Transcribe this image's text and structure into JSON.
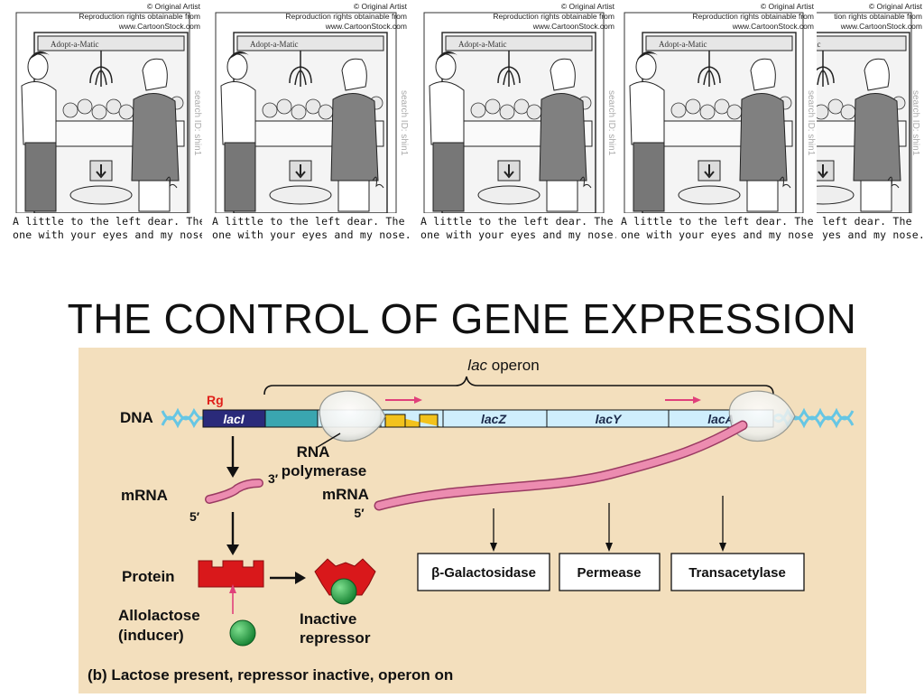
{
  "cartoon": {
    "credit_lines": [
      "© Original Artist",
      "Reproduction rights obtainable from",
      "www.CartoonStock.com"
    ],
    "sign": "Adopt-a-Matic",
    "search_id": "search ID: shin1",
    "caption_line1": "A little to the left dear. The",
    "caption_line2": "one with your eyes and my nose...",
    "partial_credit": "tion rights obtainable from",
    "partial_caption_line1": "left dear. The",
    "partial_caption_line2": "yes and my nose..."
  },
  "slide": {
    "title": "THE CONTROL OF GENE EXPRESSION"
  },
  "diagram": {
    "operon_label_italic": "lac",
    "operon_label_rest": " operon",
    "dna_label": "DNA",
    "rg_label": "Rg",
    "laci_label": "lacI",
    "lacz_label": "lacZ",
    "lacy_label": "lacY",
    "laca_label": "lacA",
    "rna_pol_line1": "RNA",
    "rna_pol_line2": "polymerase",
    "mrna_left_label": "mRNA",
    "mrna_right_label": "mRNA",
    "three_prime": "3′",
    "five_prime_left": "5′",
    "five_prime_right": "5′",
    "protein_label": "Protein",
    "allolactose_line1": "Allolactose",
    "allolactose_line2": "(inducer)",
    "inactive_line1": "Inactive",
    "inactive_line2": "repressor",
    "product1": "β-Galactosidase",
    "product2": "Permease",
    "product3": "Transacetylase",
    "caption": "(b) Lactose present, repressor inactive, operon on",
    "colors": {
      "background": "#f3dfbd",
      "laci": "#2a2a7a",
      "rg": "#e0201a",
      "promoter": "#3aa6b0",
      "operator": "#f2c21c",
      "gene": "#cfeefc",
      "mrna": "#ec8cb0",
      "repressor": "#d9181b",
      "inducer": "#1a9a3a",
      "dna_helix": "#66c6e4"
    }
  }
}
